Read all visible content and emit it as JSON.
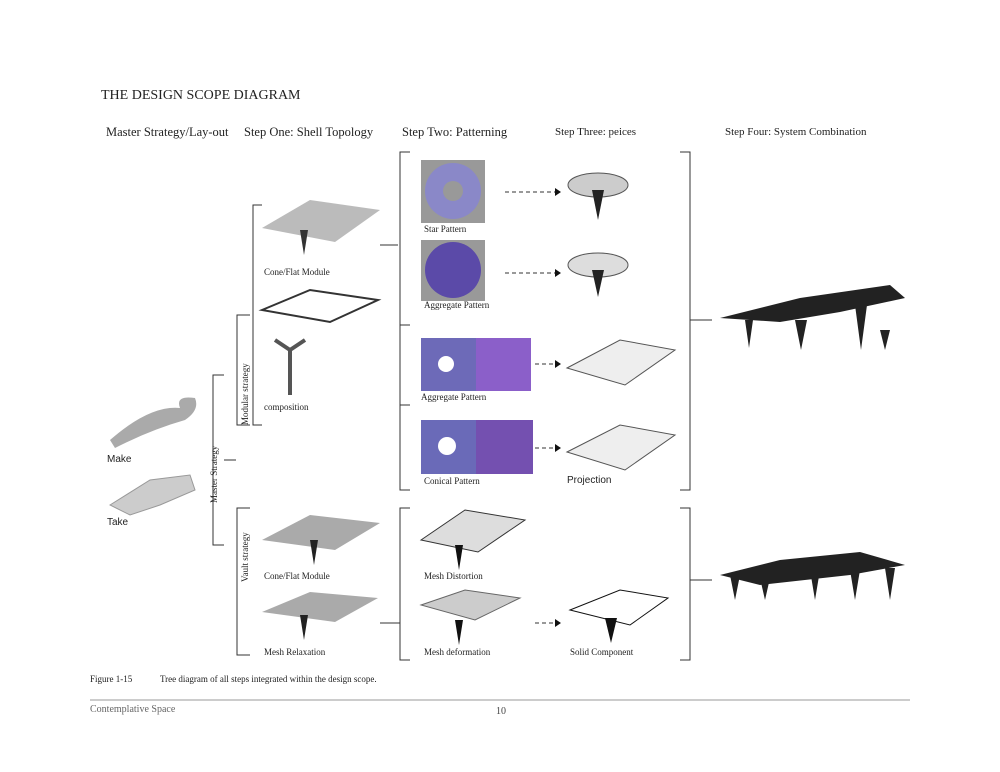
{
  "title": "THE DESIGN SCOPE DIAGRAM",
  "columns": [
    "Master Strategy/Lay-out",
    "Step One: Shell Topology",
    "Step Two: Patterning",
    "Step Three: peices",
    "Step Four: System Combination"
  ],
  "master": {
    "make": "Make",
    "take": "Take",
    "label": "Master Strategy"
  },
  "strategies": {
    "modular": "Modular strategy",
    "vault": "Vault strategy"
  },
  "step_one": [
    "Cone/Flat Module",
    "composition",
    "Cone/Flat Module",
    "Mesh Relaxation"
  ],
  "step_two": [
    "Star Pattern",
    "Aggregate Pattern",
    "Aggregate Pattern",
    "Conical Pattern",
    "Mesh Distortion",
    "Mesh deformation"
  ],
  "step_three": {
    "projection": "Projection",
    "solid": "Solid Component"
  },
  "caption": {
    "number": "Figure 1-15",
    "text": "Tree diagram of all steps integrated within the design scope."
  },
  "footer": {
    "left": "Contemplative Space",
    "page": "10"
  }
}
